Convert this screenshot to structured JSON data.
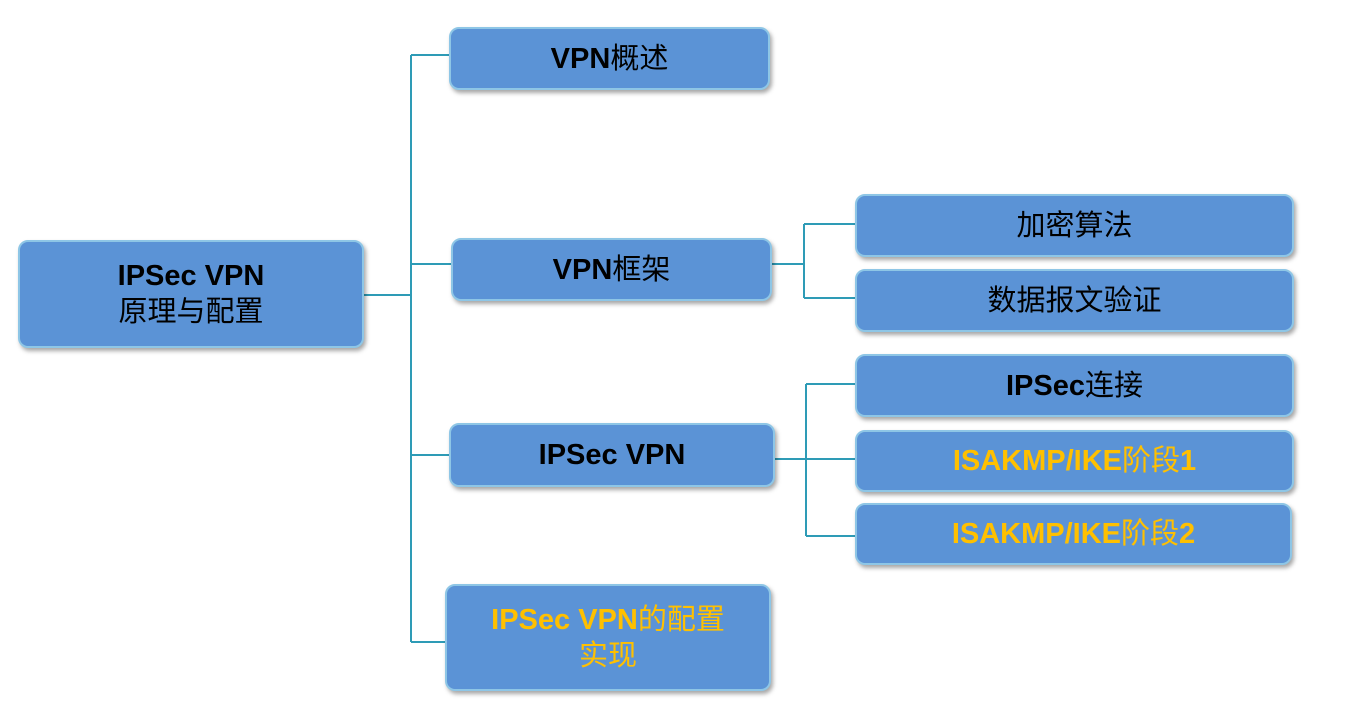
{
  "root": {
    "line1": "IPSec VPN",
    "line2": "原理与配置"
  },
  "branches": {
    "overview": {
      "latin": "VPN",
      "cjk": "概述"
    },
    "framework": {
      "latin": "VPN",
      "cjk": "框架"
    },
    "ipsec": {
      "label": "IPSec VPN"
    },
    "config": {
      "latin": "IPSec VPN",
      "cjk": "的配置",
      "line2": "实现"
    }
  },
  "leaves": {
    "encryption": {
      "label": "加密算法"
    },
    "verification": {
      "label": "数据报文验证"
    },
    "connection": {
      "latin": "IPSec",
      "cjk": "连接"
    },
    "phase1": {
      "latin": "ISAKMP/IKE",
      "cjk": "阶段",
      "num": "1"
    },
    "phase2": {
      "latin": "ISAKMP/IKE",
      "cjk": "阶段",
      "num": "2"
    }
  },
  "colors": {
    "box_fill": "#5b93d6",
    "box_border": "#8ec6e6",
    "connector": "#2e9bb6",
    "highlight_text": "#ffc000",
    "normal_text": "#000000"
  }
}
